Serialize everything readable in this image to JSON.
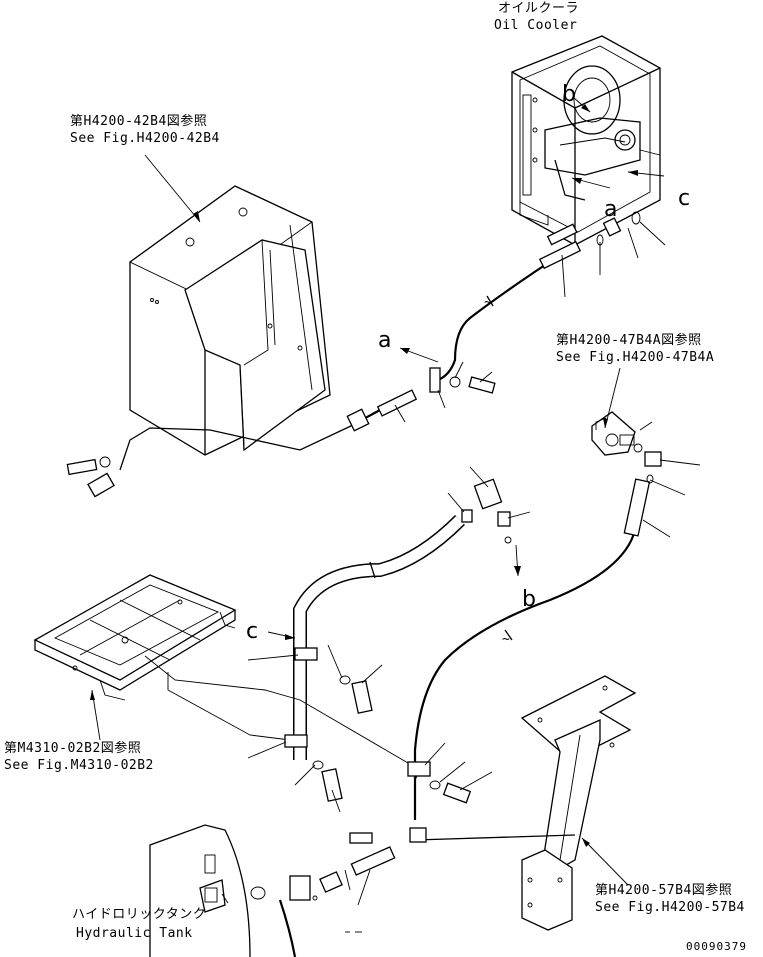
{
  "labels": {
    "oil_cooler_jp": "オイルクーラ",
    "oil_cooler_en": "Oil Cooler",
    "fig_42b4_jp": "第H4200-42B4図参照",
    "fig_42b4_en": "See Fig.H4200-42B4",
    "fig_47b4a_jp": "第H4200-47B4A図参照",
    "fig_47b4a_en": "See Fig.H4200-47B4A",
    "fig_m4310_jp": "第M4310-02B2図参照",
    "fig_m4310_en": "See Fig.M4310-02B2",
    "fig_57b4_jp": "第H4200-57B4図参照",
    "fig_57b4_en": "See Fig.H4200-57B4",
    "hydraulic_tank_jp": "ハイドロリックタンク",
    "hydraulic_tank_en": "Hydraulic Tank",
    "drawing_number": "00090379"
  },
  "callouts": {
    "a1": "a",
    "a2": "a",
    "b1": "b",
    "b2": "b",
    "c1": "c",
    "c2": "c"
  }
}
